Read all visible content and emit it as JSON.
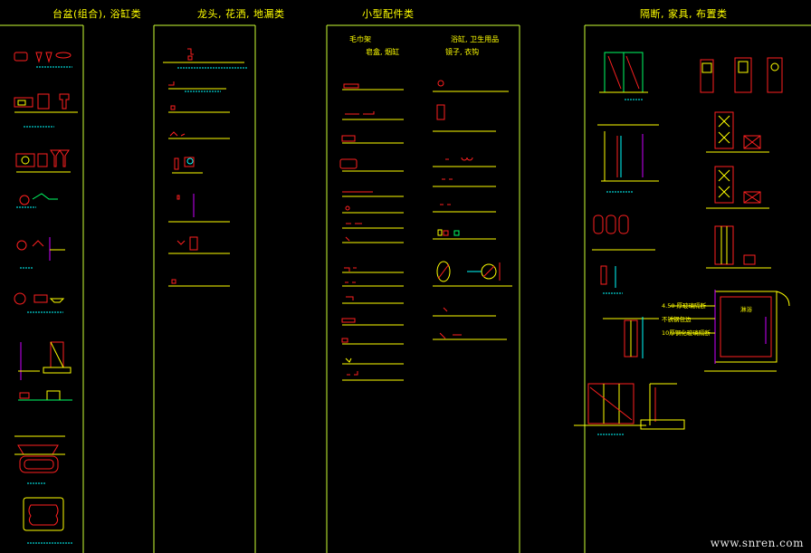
{
  "sections": [
    {
      "title": "台盆(组合), 浴缸类"
    },
    {
      "title": "龙头, 花洒, 地漏类"
    },
    {
      "title": "小型配件类",
      "subtitles": [
        "毛巾架",
        "浴缸, 卫生用品",
        "皂盒, 烟缸",
        "镜子, 衣钩"
      ]
    },
    {
      "title": "隔断, 家具, 布置类",
      "notes": [
        "4.50 厚玻璃隔断",
        "不锈钢包边",
        "10厚钢化玻璃隔断"
      ],
      "cell_label": "淋浴"
    }
  ],
  "watermark": "www.snren.com",
  "colors": {
    "background": "#000000",
    "frame": "#ccff33",
    "title": "#ffff00",
    "symbol": "#ff2020",
    "accent": "#00ffff",
    "magenta": "#cc00ff",
    "white": "#ffffff"
  }
}
